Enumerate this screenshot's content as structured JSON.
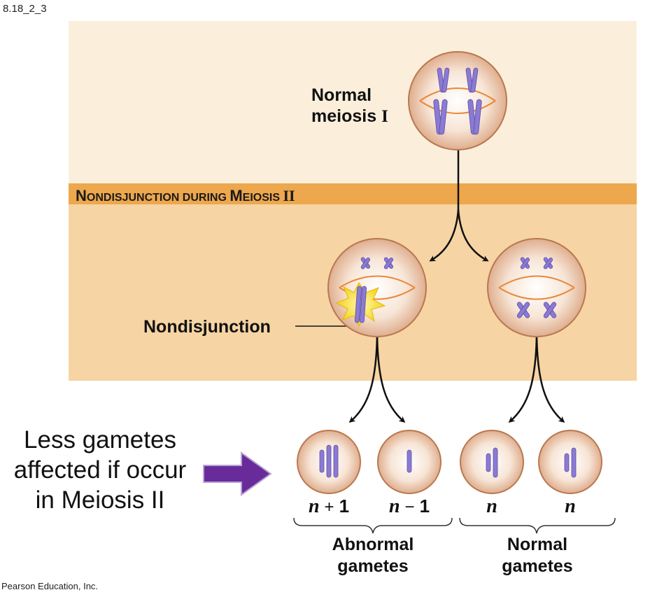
{
  "figure_id": "8.18_2_3",
  "band_title": "Nondisjunction during Meiosis II",
  "label_meiosis1": "Normal meiosis I",
  "label_nondisjunction": "Nondisjunction",
  "callout": "Less gametes affected if occur in Meiosis II",
  "gametes": [
    {
      "label": "n + 1"
    },
    {
      "label": "n − 1"
    },
    {
      "label": "n"
    },
    {
      "label": "n"
    }
  ],
  "group_abnormal": "Abnormal gametes",
  "group_normal": "Normal gametes",
  "credit": "Pearson Education, Inc.",
  "colors": {
    "top_panel": "#fbefdc",
    "band": "#eda74d",
    "mid_panel": "#f6d4a4",
    "chromosome": "#8b7ad3",
    "spindle": "#e8883a",
    "arrow_callout": "#6a2b9a"
  }
}
